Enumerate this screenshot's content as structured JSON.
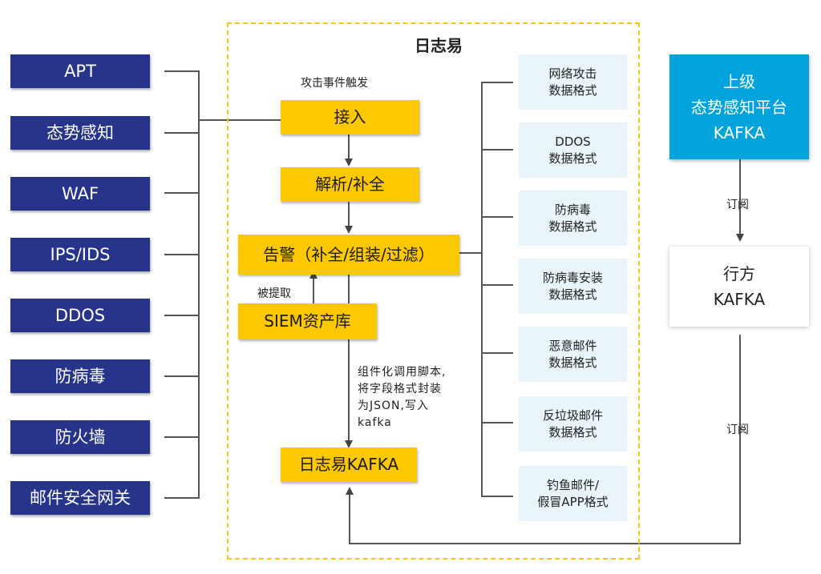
{
  "container_title": "日志易",
  "sources": [
    "APT",
    "态势感知",
    "WAF",
    "IPS/IDS",
    "DDOS",
    "防病毒",
    "防火墙",
    "邮件安全网关"
  ],
  "pipeline": {
    "trigger_label": "攻击事件触发",
    "ingest": "接入",
    "parse": "解析/补全",
    "alert": "告警（补全/组装/过滤）",
    "extract_label": "被提取",
    "asset_db": "SIEM资产库",
    "script_note": "组件化调用脚本,\n将字段格式封装\n为JSON,写入\nkafka",
    "output_kafka": "日志易KAFKA"
  },
  "formats": [
    "网络攻击\n数据格式",
    "DDOS\n数据格式",
    "防病毒\n数据格式",
    "防病毒安装\n数据格式",
    "恶意邮件\n数据格式",
    "反垃圾邮件\n数据格式",
    "钓鱼邮件/\n假冒APP格式"
  ],
  "upper_platform": "上级\n态势感知平台\nKAFKA",
  "subscribe_label_1": "订阅",
  "industry_kafka": "行方\nKAFKA",
  "subscribe_label_2": "订阅",
  "colors": {
    "source_fill": "#27348b",
    "pipeline_fill": "#fcc800",
    "format_fill": "#eaf4fb",
    "upper_fill": "#00a3dc",
    "frame_border": "#f5c71a",
    "connector": "#555555"
  }
}
